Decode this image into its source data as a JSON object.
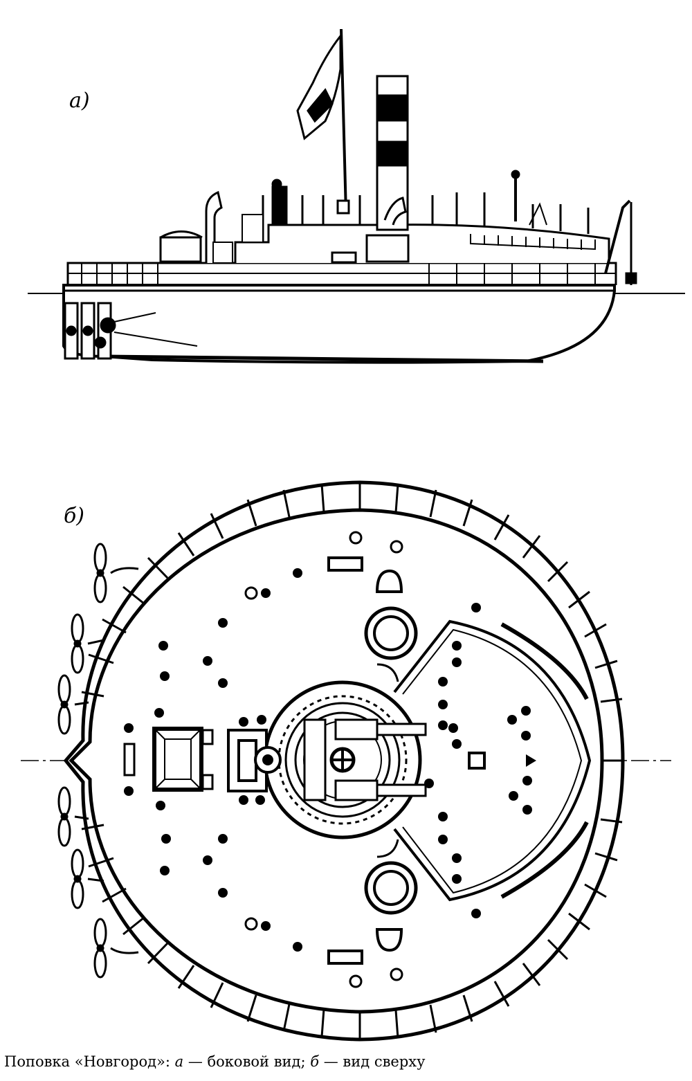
{
  "views": {
    "a_label": "а)",
    "b_label": "б)"
  },
  "caption": {
    "prefix": "Поповка «Новгород»: ",
    "a_letter": "а",
    "a_text": " — боковой вид; ",
    "b_letter": "б",
    "b_text": " — вид сверху"
  },
  "colors": {
    "ink": "#000000",
    "paper": "#ffffff"
  }
}
